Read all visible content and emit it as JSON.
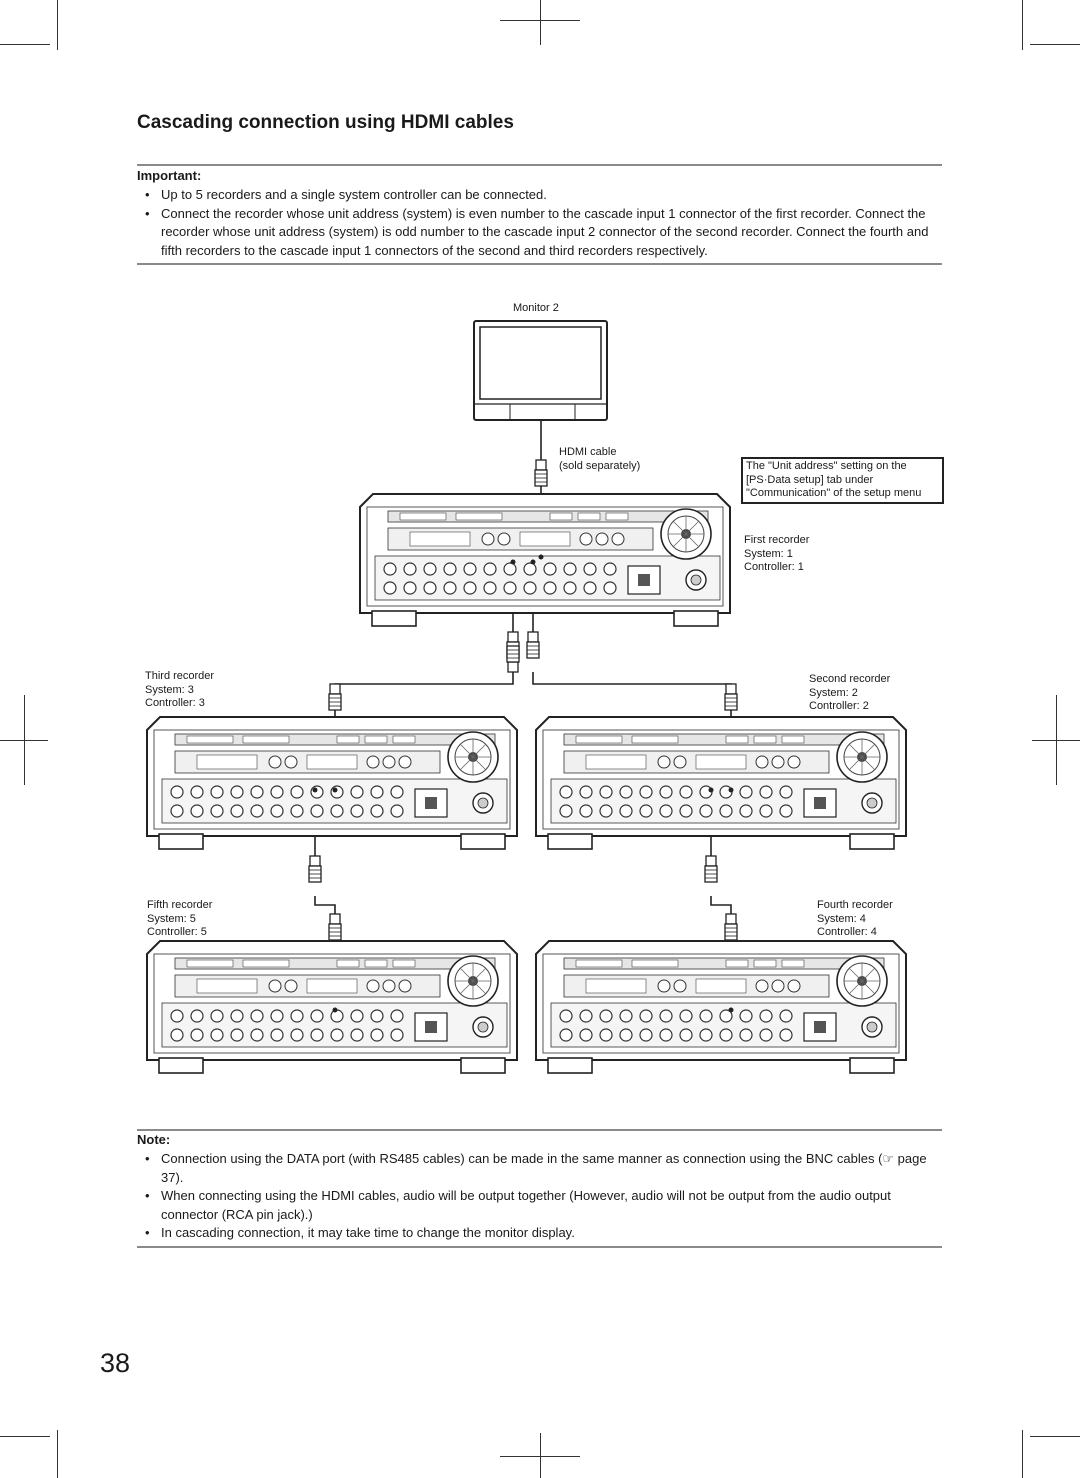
{
  "page": {
    "title": "Cascading connection using HDMI cables",
    "page_number": "38"
  },
  "important": {
    "heading": "Important:",
    "items": [
      "Up to 5 recorders and a single system controller can be connected.",
      "Connect the recorder whose unit address (system) is even number to the cascade input 1 connector of the first recorder. Connect the recorder whose unit address (system) is odd number to the cascade input 2 connector of the second recorder. Connect the fourth and fifth recorders to the cascade input 1 connectors of the second and third recorders respectively."
    ]
  },
  "diagram": {
    "monitor_label": "Monitor 2",
    "cable_label_1": "HDMI cable",
    "cable_label_2": "(sold separately)",
    "callout": "The \"Unit address\" setting on the [PS·Data setup] tab under \"Communication\" of the setup menu",
    "recorders": {
      "first": {
        "name": "First recorder",
        "system": "System: 1",
        "controller": "Controller: 1"
      },
      "second": {
        "name": "Second recorder",
        "system": "System: 2",
        "controller": "Controller: 2"
      },
      "third": {
        "name": "Third recorder",
        "system": "System: 3",
        "controller": "Controller: 3"
      },
      "fourth": {
        "name": "Fourth recorder",
        "system": "System: 4",
        "controller": "Controller: 4"
      },
      "fifth": {
        "name": "Fifth recorder",
        "system": "System: 5",
        "controller": "Controller: 5"
      }
    }
  },
  "note": {
    "heading": "Note:",
    "items": [
      "Connection using the DATA port (with RS485 cables) can be made in the same manner as connection using the BNC cables (☞ page 37).",
      "When connecting using the HDMI cables, audio will be output together (However, audio will not be output from the audio output connector (RCA pin jack).)",
      "In cascading connection, it may take time to change the monitor display."
    ]
  }
}
